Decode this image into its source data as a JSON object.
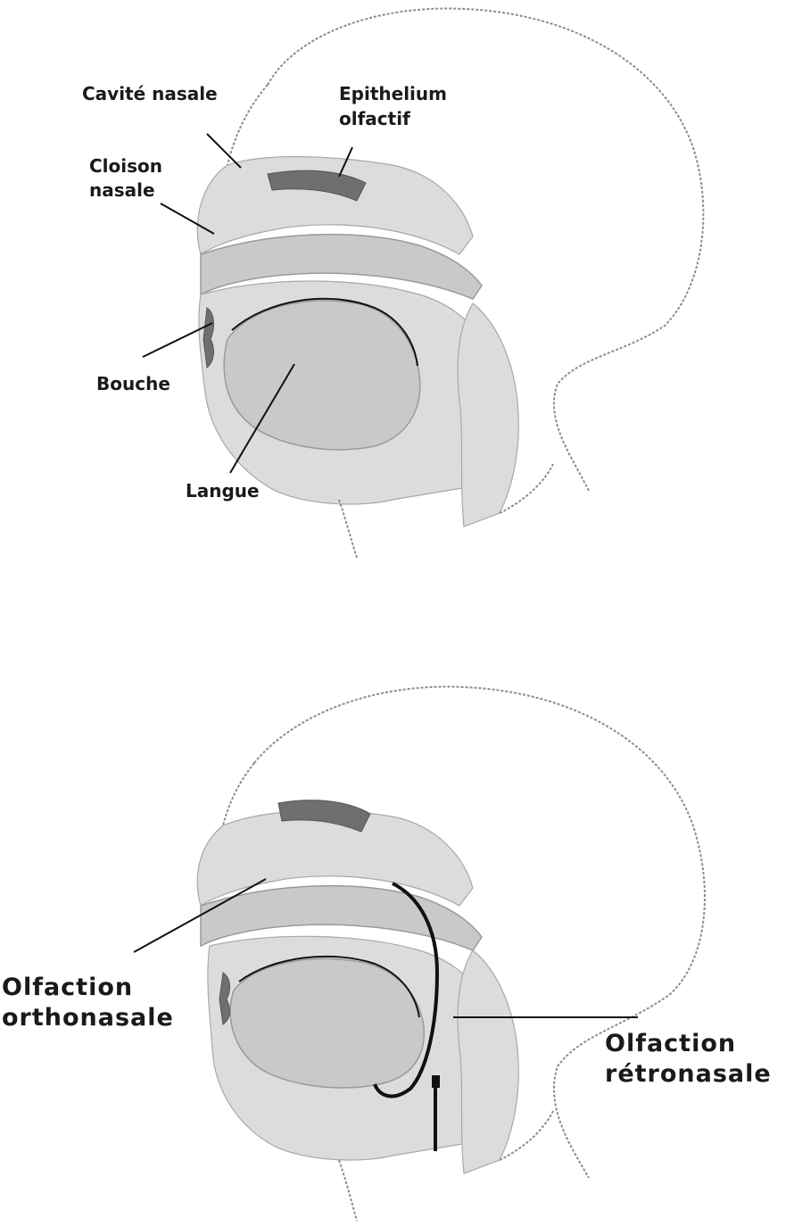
{
  "figure_top": {
    "labels": {
      "cavite_nasale": "Cavité nasale",
      "epithelium_l1": "Epithelium",
      "epithelium_l2": "olfactif",
      "cloison_l1": "Cloison",
      "cloison_l2": "nasale",
      "bouche": "Bouche",
      "langue": "Langue"
    }
  },
  "figure_bottom": {
    "labels": {
      "ortho_l1": "Olfaction",
      "ortho_l2": "orthonasale",
      "retro_l1": "Olfaction",
      "retro_l2": "rétronasale"
    }
  }
}
